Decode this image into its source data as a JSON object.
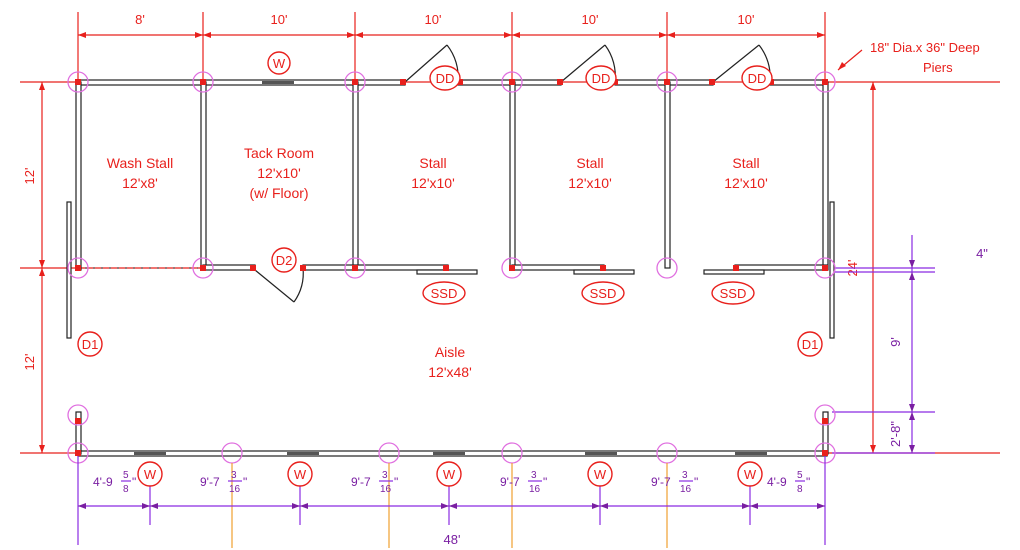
{
  "dimensions": {
    "top": [
      "8'",
      "10'",
      "10'",
      "10'",
      "10'"
    ],
    "left": [
      "12'",
      "12'"
    ],
    "right": [
      "24'",
      "9'",
      "2'-8\""
    ],
    "right_extra": "4\"",
    "bottom_total": "48'"
  },
  "bottom_spacing": [
    {
      "whole": "4'-9",
      "num": "5",
      "den": "8",
      "suffix": "\""
    },
    {
      "whole": "9'-7",
      "num": "3",
      "den": "16",
      "suffix": "\""
    },
    {
      "whole": "9'-7",
      "num": "3",
      "den": "16",
      "suffix": "\""
    },
    {
      "whole": "9'-7",
      "num": "3",
      "den": "16",
      "suffix": "\""
    },
    {
      "whole": "9'-7",
      "num": "3",
      "den": "16",
      "suffix": "\""
    },
    {
      "whole": "4'-9",
      "num": "5",
      "den": "8",
      "suffix": "\""
    }
  ],
  "pier_note": [
    "18\" Dia.x 36\" Deep",
    "Piers"
  ],
  "rooms": [
    {
      "name": "Wash Stall",
      "size": "12'x8'",
      "extra": ""
    },
    {
      "name": "Tack Room",
      "size": "12'x10'",
      "extra": "(w/ Floor)"
    },
    {
      "name": "Stall",
      "size": "12'x10'",
      "extra": ""
    },
    {
      "name": "Stall",
      "size": "12'x10'",
      "extra": ""
    },
    {
      "name": "Stall",
      "size": "12'x10'",
      "extra": ""
    }
  ],
  "aisle": {
    "name": "Aisle",
    "size": "12'x48'"
  },
  "tags": {
    "window": "W",
    "dutch_door": "DD",
    "door_d2": "D2",
    "door_d1": "D1",
    "sliding_door": "SSD"
  },
  "colors": {
    "annotation_red": "#e8201c",
    "dimension_purple": "#7a1fa2",
    "pier_pink": "#e070e0",
    "guide_orange": "#f0a030"
  }
}
